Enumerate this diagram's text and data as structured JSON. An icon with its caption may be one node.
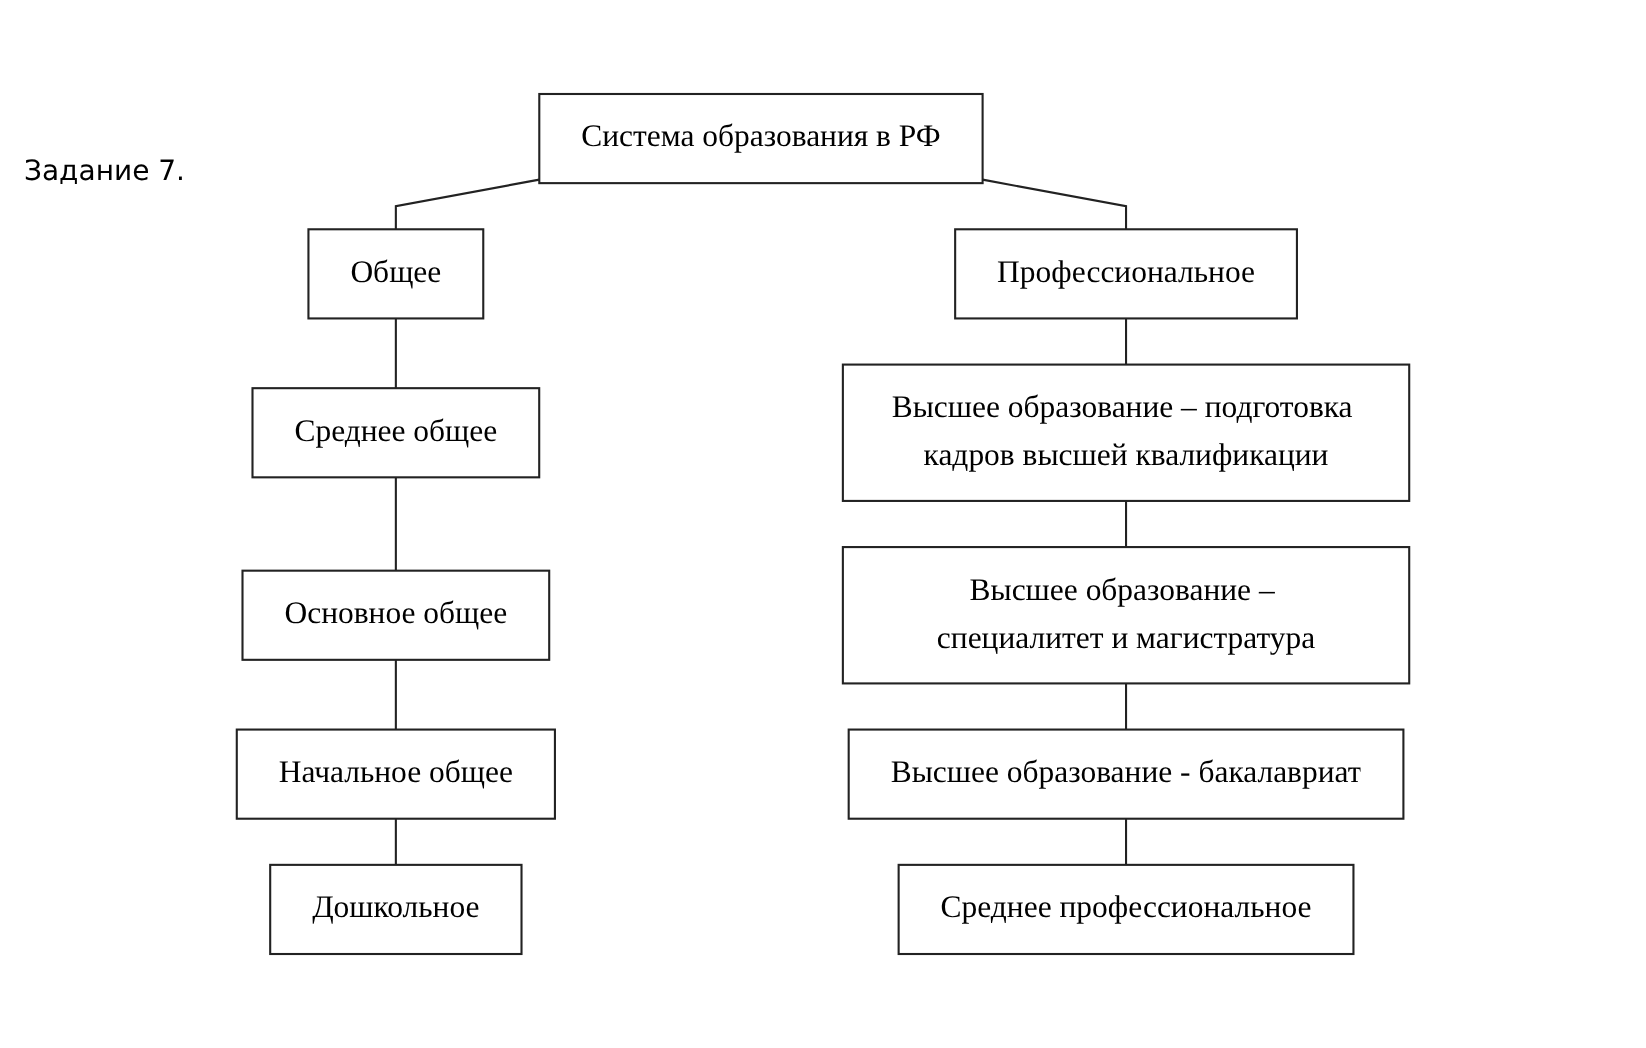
{
  "diagram": {
    "title": "Задание 7.",
    "nodes": [
      {
        "text": [
          "Система образования в РФ"
        ]
      },
      {
        "text": [
          "Общее"
        ]
      },
      {
        "text": [
          "Среднее общее"
        ]
      },
      {
        "text": [
          "Основное общее"
        ]
      },
      {
        "text": [
          "Начальное общее"
        ]
      },
      {
        "text": [
          "Дошкольное"
        ]
      },
      {
        "text": [
          "Профессиональное"
        ]
      },
      {
        "text": [
          "Высшее образование – подготовка кадров высшей квалификации"
        ]
      },
      {
        "text": [
          "Высшее образование – специалитет и магистратура"
        ]
      },
      {
        "text": [
          "Высшее образование - бакалавриат"
        ]
      },
      {
        "text": [
          "Среднее профессиональное"
        ]
      }
    ],
    "edges": [
      {
        "from": 0,
        "to": 1,
        "arrow": "none"
      },
      {
        "from": 0,
        "to": 6,
        "arrow": "none"
      },
      {
        "from": 1,
        "to": 2,
        "arrow": "none"
      },
      {
        "from": 2,
        "to": 3,
        "arrow": "none"
      },
      {
        "from": 3,
        "to": 4,
        "arrow": "none"
      },
      {
        "from": 4,
        "to": 5,
        "arrow": "none"
      },
      {
        "from": 6,
        "to": 7,
        "arrow": "none"
      },
      {
        "from": 7,
        "to": 8,
        "arrow": "none"
      },
      {
        "from": 8,
        "to": 9,
        "arrow": "none"
      },
      {
        "from": 9,
        "to": 10,
        "arrow": "none"
      }
    ]
  }
}
